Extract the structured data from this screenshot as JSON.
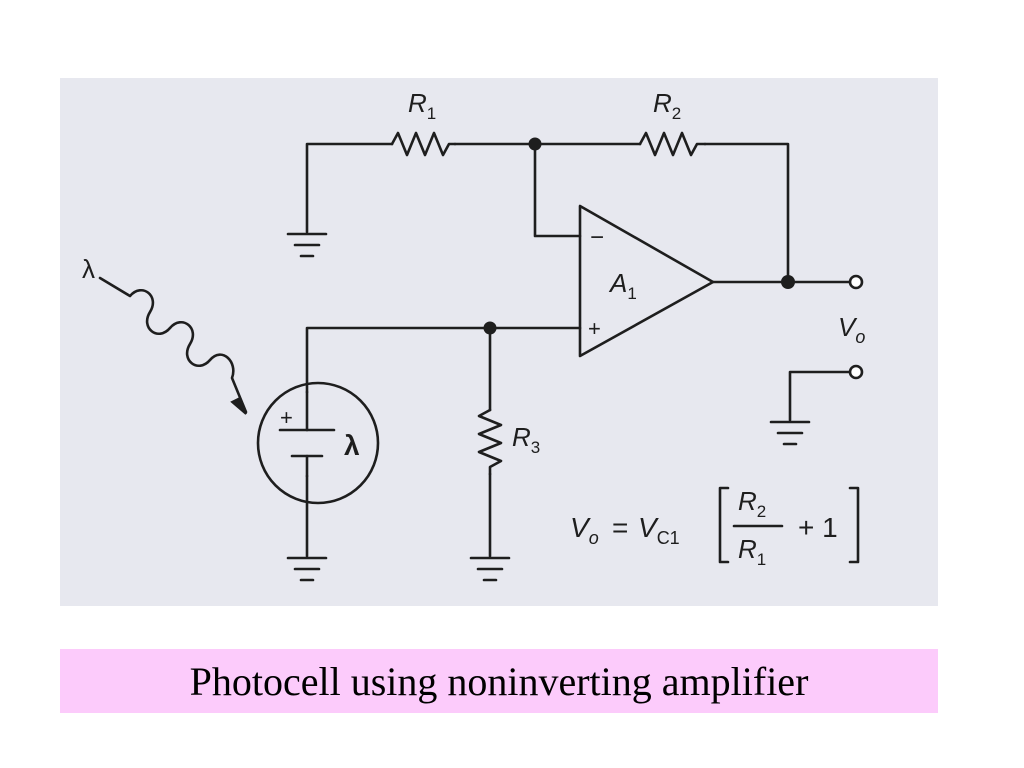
{
  "diagram": {
    "labels": {
      "r1": "R",
      "r1_sub": "1",
      "r2": "R",
      "r2_sub": "2",
      "r3": "R",
      "r3_sub": "3",
      "amp": "A",
      "amp_sub": "1",
      "inv_sign": "−",
      "noninv_sign": "+",
      "vo": "V",
      "vo_sub": "o",
      "light_source": "λ",
      "cell_plus": "+",
      "cell_lambda": "λ"
    },
    "formula": {
      "lhs": "V",
      "lhs_sub": "o",
      "equals": "=",
      "vc": "V",
      "vc_sub": "C1",
      "num": "R",
      "num_sub": "2",
      "den": "R",
      "den_sub": "1",
      "plus_one": "+ 1"
    }
  },
  "caption": "Photocell using noninverting amplifier",
  "colors": {
    "panel_bg": "#e7e8ef",
    "caption_bg": "#fccbfb",
    "ink": "#1e1e1e"
  }
}
